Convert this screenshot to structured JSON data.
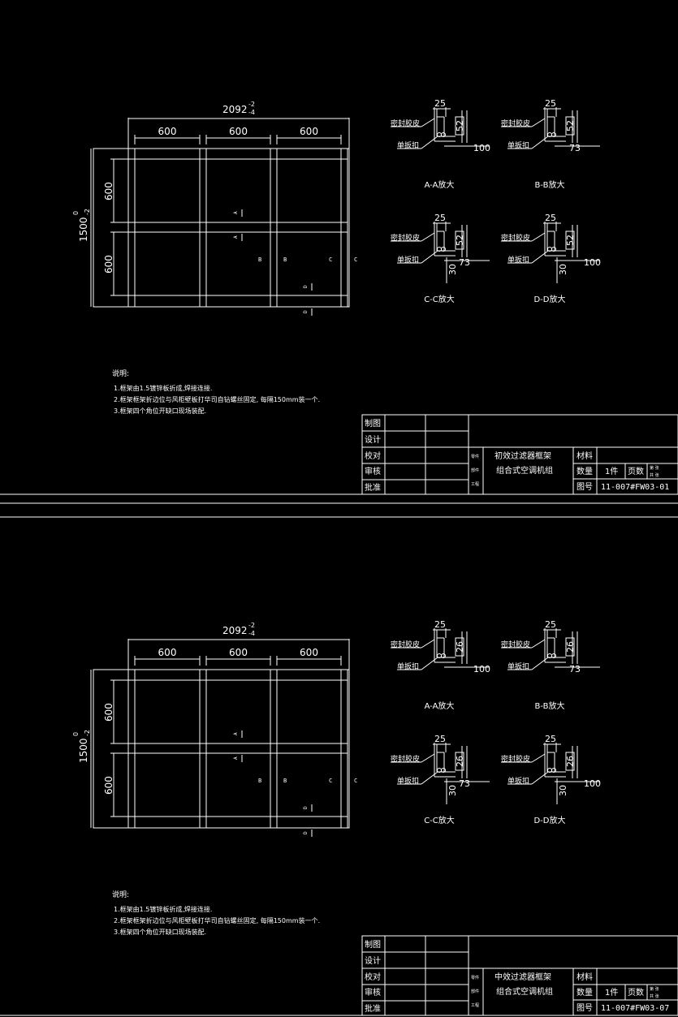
{
  "sheets": [
    {
      "frame": {
        "overall_width": "2092",
        "width_tol_upper": "-2",
        "width_tol_lower": "-4",
        "bay_widths": [
          "600",
          "600",
          "600"
        ],
        "overall_height": "1500",
        "height_tol_upper": "0",
        "height_tol_lower": "-2",
        "row_heights": [
          "600",
          "600"
        ],
        "section_marks": [
          "B",
          "B",
          "C",
          "C"
        ],
        "arrow_marks": [
          "A",
          "A",
          "D",
          "D"
        ]
      },
      "details": [
        {
          "title": "A-A放大",
          "dim_top": "25",
          "dim_side": "52",
          "dim_bottom": "100",
          "seal_label": "密封胶皮",
          "clip_label": "单扳扣"
        },
        {
          "title": "B-B放大",
          "dim_top": "25",
          "dim_side": "52",
          "dim_bottom": "73",
          "seal_label": "密封胶皮",
          "clip_label": "单扳扣"
        },
        {
          "title": "C-C放大",
          "dim_top": "25",
          "dim_side": "52",
          "dim_bottom": "73",
          "dim_vertical": "30",
          "seal_label": "密封胶皮",
          "clip_label": "单扳扣"
        },
        {
          "title": "D-D放大",
          "dim_top": "25",
          "dim_side": "52",
          "dim_bottom": "100",
          "dim_vertical": "30",
          "seal_label": "密封胶皮",
          "clip_label": "单扳扣"
        }
      ],
      "notes": {
        "heading": "说明:",
        "lines": [
          "1.框架由1.5镀锌板折成,焊接连接.",
          "2.框架框架折边位与风柜壁板打华司自钻螺丝固定, 每隔150mm装一个.",
          "3.框架四个角位开缺口现场装配."
        ]
      },
      "title_block": {
        "roles": [
          "制图",
          "设计",
          "校对",
          "审核",
          "批准"
        ],
        "side_chars": [
          "零件",
          "部件",
          "工程"
        ],
        "name": "初效过滤器框架",
        "unit": "组合式空调机组",
        "material_label": "材料",
        "quantity_label": "数量",
        "quantity_value": "1件",
        "page_label": "页数",
        "page_sub": [
          "第 张",
          "共 张"
        ],
        "drawing_no_label": "图号",
        "drawing_no": "11-007#FW03-01"
      }
    },
    {
      "frame": {
        "overall_width": "2092",
        "width_tol_upper": "-2",
        "width_tol_lower": "-4",
        "bay_widths": [
          "600",
          "600",
          "600"
        ],
        "overall_height": "1500",
        "height_tol_upper": "0",
        "height_tol_lower": "-2",
        "row_heights": [
          "600",
          "600"
        ],
        "section_marks": [
          "B",
          "B",
          "C",
          "C"
        ],
        "arrow_marks": [
          "A",
          "A",
          "D",
          "D"
        ]
      },
      "details": [
        {
          "title": "A-A放大",
          "dim_top": "25",
          "dim_side": "26",
          "dim_bottom": "100",
          "seal_label": "密封胶皮",
          "clip_label": "单扳扣"
        },
        {
          "title": "B-B放大",
          "dim_top": "25",
          "dim_side": "26",
          "dim_bottom": "73",
          "seal_label": "密封胶皮",
          "clip_label": "单扳扣"
        },
        {
          "title": "C-C放大",
          "dim_top": "25",
          "dim_side": "26",
          "dim_bottom": "73",
          "dim_vertical": "30",
          "seal_label": "密封胶皮",
          "clip_label": "单扳扣"
        },
        {
          "title": "D-D放大",
          "dim_top": "25",
          "dim_side": "26",
          "dim_bottom": "100",
          "dim_vertical": "30",
          "seal_label": "密封胶皮",
          "clip_label": "单扳扣"
        }
      ],
      "notes": {
        "heading": "说明:",
        "lines": [
          "1.框架由1.5镀锌板折成,焊接连接.",
          "2.框架框架折边位与风柜壁板打华司自钻螺丝固定, 每隔150mm装一个.",
          "3.框架四个角位开缺口现场装配."
        ]
      },
      "title_block": {
        "roles": [
          "制图",
          "设计",
          "校对",
          "审核",
          "批准"
        ],
        "side_chars": [
          "零件",
          "部件",
          "工程"
        ],
        "name": "中效过滤器框架",
        "unit": "组合式空调机组",
        "material_label": "材料",
        "quantity_label": "数量",
        "quantity_value": "1件",
        "page_label": "页数",
        "page_sub": [
          "第 张",
          "共 张"
        ],
        "drawing_no_label": "图号",
        "drawing_no": "11-007#FW03-07"
      }
    }
  ]
}
